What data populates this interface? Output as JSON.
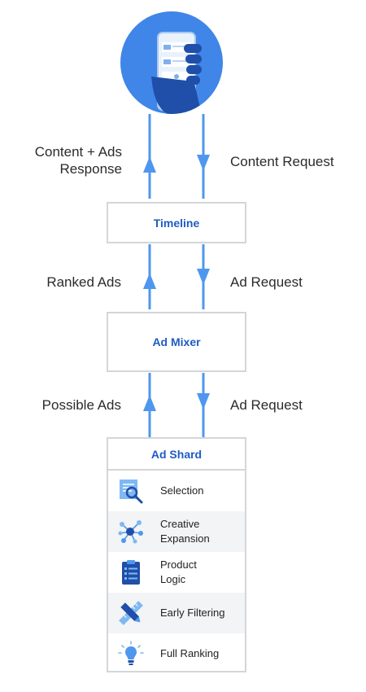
{
  "labels": {
    "content_ads_response": "Content + Ads\nResponse",
    "content_request": "Content Request",
    "ranked_ads": "Ranked Ads",
    "ad_request_1": "Ad Request",
    "possible_ads": "Possible Ads",
    "ad_request_2": "Ad Request"
  },
  "boxes": {
    "timeline": "Timeline",
    "ad_mixer": "Ad Mixer"
  },
  "shard": {
    "title": "Ad Shard",
    "rows": [
      {
        "label": "Selection",
        "icon": "magnifier-document-icon"
      },
      {
        "label": "Creative\nExpansion",
        "icon": "network-nodes-icon"
      },
      {
        "label": "Product\nLogic",
        "icon": "clipboard-checklist-icon"
      },
      {
        "label": "Early Filtering",
        "icon": "pencil-ruler-icon"
      },
      {
        "label": "Full Ranking",
        "icon": "lightbulb-icon"
      }
    ]
  },
  "colors": {
    "accent": "#1f5bc4",
    "arrow": "#4f97ee",
    "circle": "#3f86e8",
    "border": "#d3d6d9"
  }
}
